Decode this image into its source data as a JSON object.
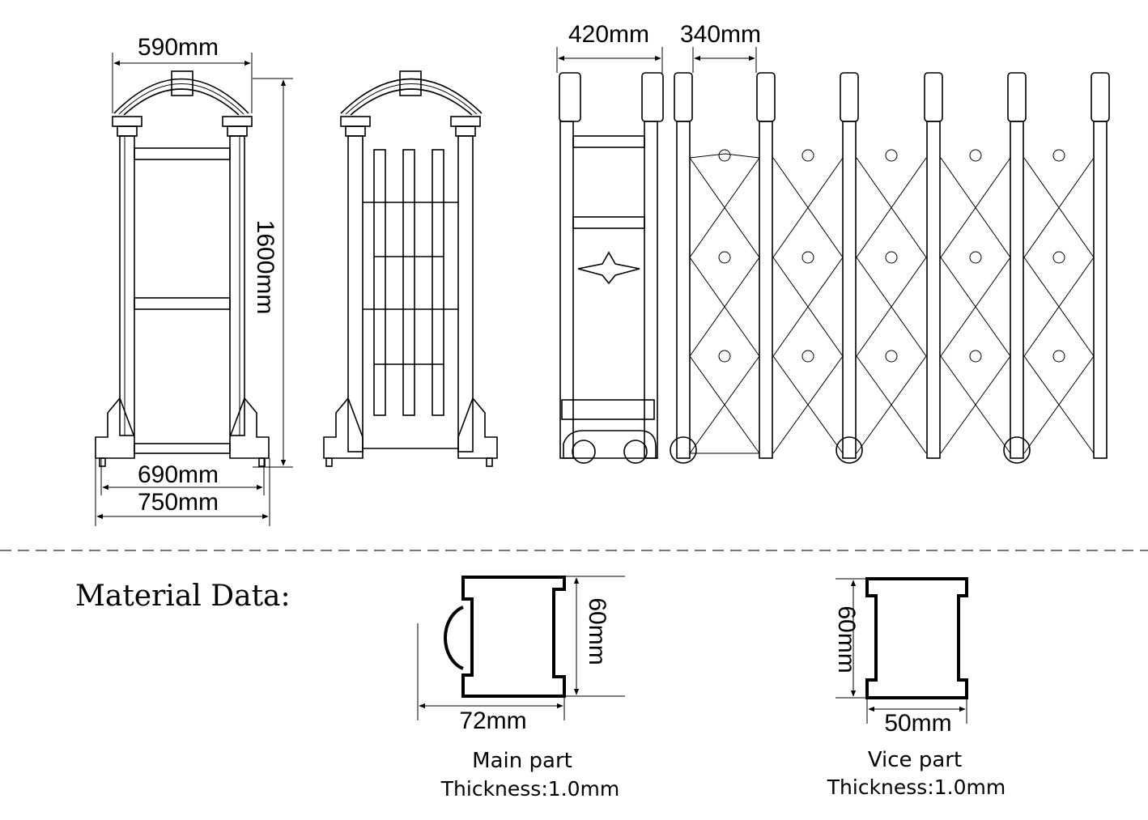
{
  "dimensions": {
    "arch_top_width": "590mm",
    "height": "1600mm",
    "base_inner_width": "690mm",
    "base_outer_width": "750mm",
    "head_width": "420mm",
    "section_spacing": "340mm"
  },
  "material": {
    "heading": "Material Data:",
    "main": {
      "height": "60mm",
      "width": "72mm",
      "name": "Main part",
      "thickness": "Thickness:1.0mm"
    },
    "vice": {
      "height": "60mm",
      "width": "50mm",
      "name": "Vice part",
      "thickness": "Thickness:1.0mm"
    }
  }
}
